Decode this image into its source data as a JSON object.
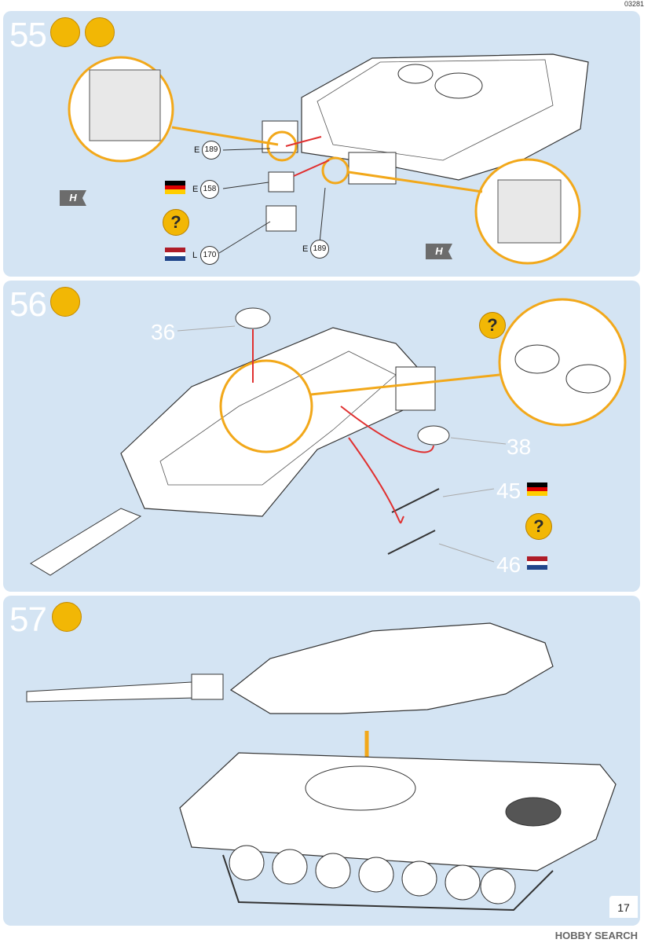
{
  "doc_code": "03281",
  "page_number": "17",
  "footer": "HOBBY SEARCH",
  "step55": {
    "number": "55",
    "icons": [
      "glue-icon",
      "paint-brush-icon"
    ],
    "parts": [
      {
        "letter": "E",
        "num": "189"
      },
      {
        "letter": "E",
        "num": "158"
      },
      {
        "letter": "L",
        "num": "170"
      },
      {
        "letter": "E",
        "num": "189"
      }
    ],
    "callouts": [
      "H",
      "H"
    ]
  },
  "step56": {
    "number": "56",
    "icons": [
      "glue-icon"
    ],
    "labels": {
      "a": "36",
      "b": "38",
      "c": "45",
      "d": "46"
    }
  },
  "step57": {
    "number": "57",
    "icons": [
      "no-glue-icon"
    ]
  }
}
